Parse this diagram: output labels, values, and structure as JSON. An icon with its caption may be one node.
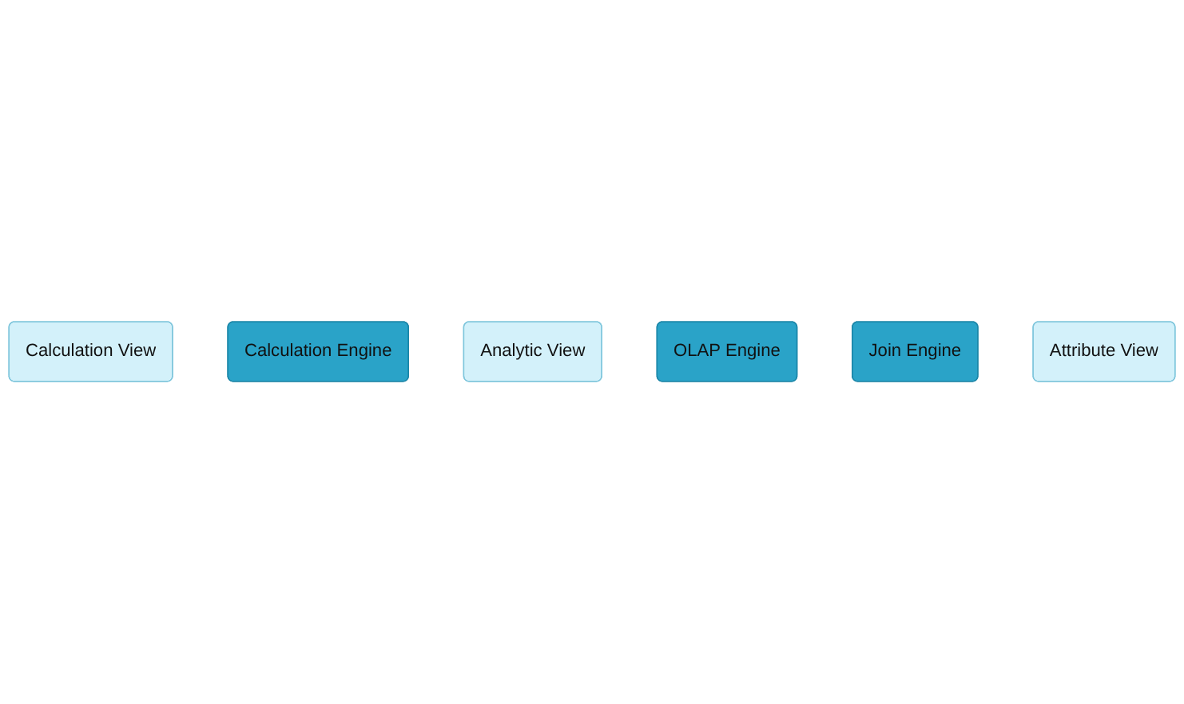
{
  "diagram": {
    "nodes": [
      {
        "text": [
          "Calculation View"
        ]
      },
      {
        "text": [
          "Calculation Engine"
        ]
      },
      {
        "text": [
          "Analytic View"
        ]
      },
      {
        "text": [
          "OLAP Engine"
        ]
      },
      {
        "text": [
          "Join Engine"
        ]
      },
      {
        "text": [
          "Attribute View"
        ]
      }
    ]
  }
}
